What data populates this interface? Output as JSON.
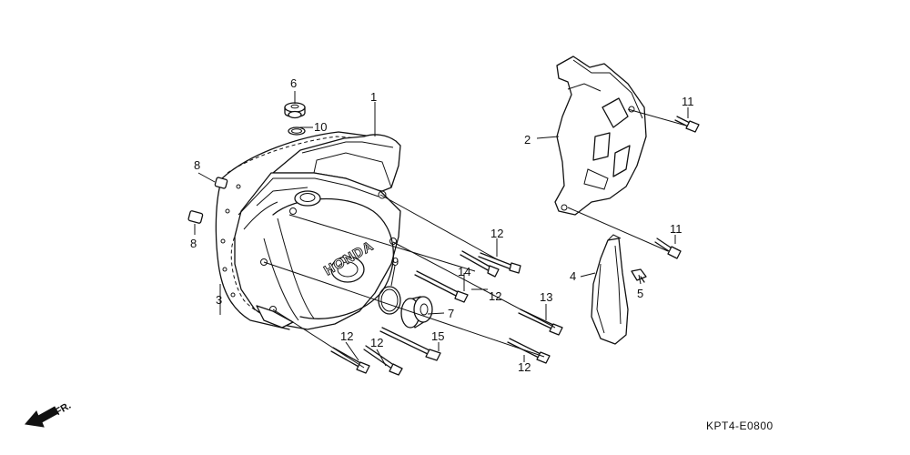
{
  "diagram": {
    "brand": "HONDA",
    "code": "KPT4-E0800",
    "direction": "FR.",
    "callouts": [
      {
        "id": "c1",
        "label": "1"
      },
      {
        "id": "c2",
        "label": "2"
      },
      {
        "id": "c3",
        "label": "3"
      },
      {
        "id": "c4",
        "label": "4"
      },
      {
        "id": "c5",
        "label": "5"
      },
      {
        "id": "c6",
        "label": "6"
      },
      {
        "id": "c7",
        "label": "7"
      },
      {
        "id": "c8a",
        "label": "8"
      },
      {
        "id": "c8b",
        "label": "8"
      },
      {
        "id": "c9",
        "label": "9"
      },
      {
        "id": "c10",
        "label": "10"
      },
      {
        "id": "c11a",
        "label": "11"
      },
      {
        "id": "c11b",
        "label": "11"
      },
      {
        "id": "c12a",
        "label": "12"
      },
      {
        "id": "c12b",
        "label": "12"
      },
      {
        "id": "c12c",
        "label": "12"
      },
      {
        "id": "c12d",
        "label": "12"
      },
      {
        "id": "c12e",
        "label": "12"
      },
      {
        "id": "c13",
        "label": "13"
      },
      {
        "id": "c14",
        "label": "14"
      },
      {
        "id": "c15",
        "label": "15"
      }
    ]
  }
}
